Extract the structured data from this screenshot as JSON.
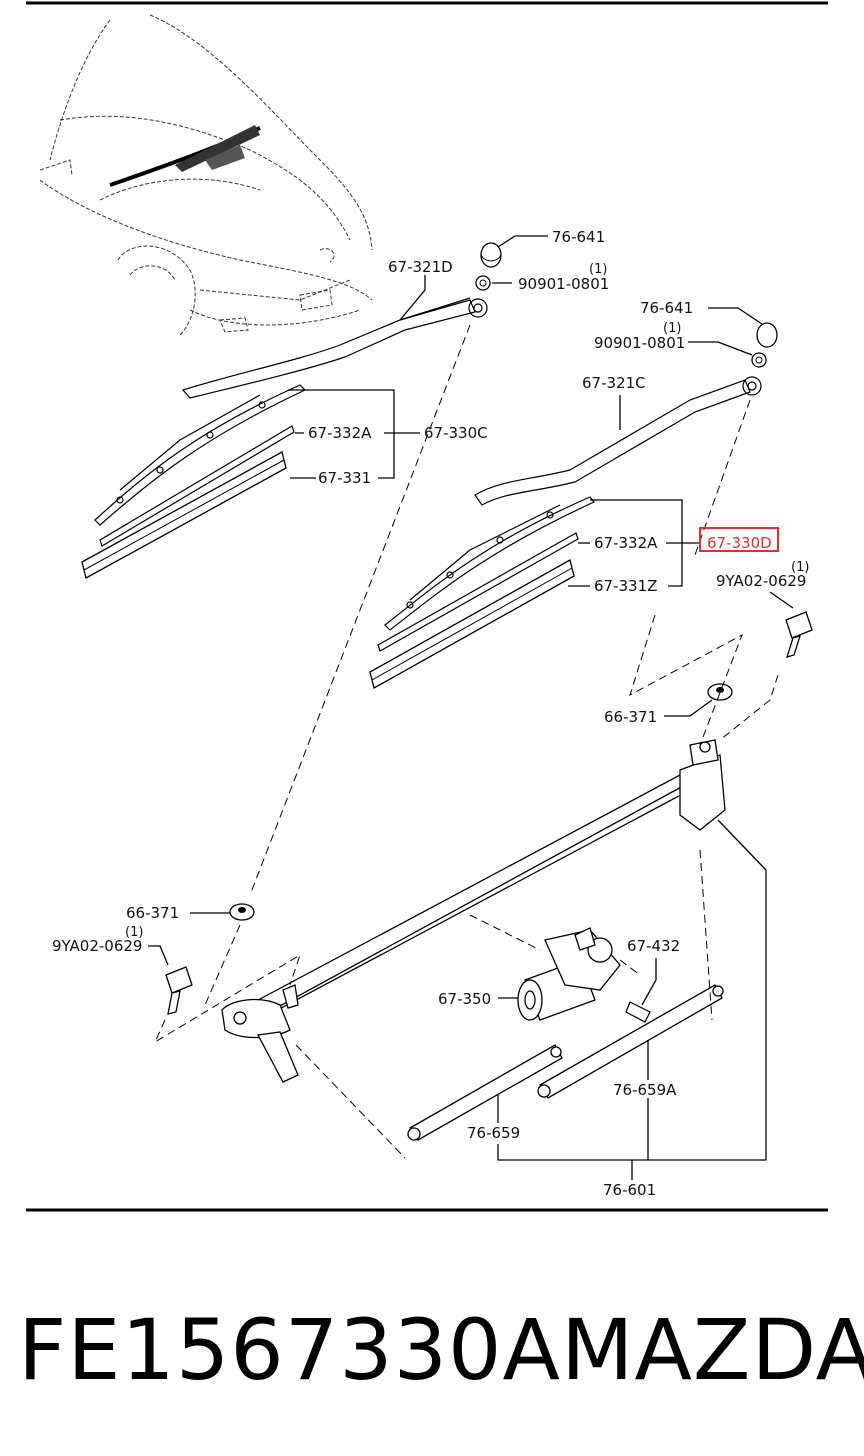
{
  "colors": {
    "highlight": "#e0312f",
    "ink": "#111111"
  },
  "callouts": {
    "cap_left": "76-641",
    "nut_left": "90901-0801",
    "nut_left_qty": "(1)",
    "arm_left": "67-321D",
    "refill_left": "67-332A",
    "blade_left": "67-330C",
    "rubber_left": "67-331",
    "cap_right": "76-641",
    "nut_right": "90901-0801",
    "nut_right_qty": "(1)",
    "arm_right": "67-321C",
    "refill_right": "67-332A",
    "blade_right": "67-330D",
    "rubber_right": "67-331Z",
    "bolt_right": "9YA02-0629",
    "bolt_right_qty": "(1)",
    "cap_seal_right": "66-371",
    "cap_seal_left": "66-371",
    "bolt_left": "9YA02-0629",
    "bolt_left_qty": "(1)",
    "bolt_motor": "67-432",
    "motor": "67-350",
    "link_a": "76-659A",
    "link": "76-659",
    "linkage_assy": "76-601"
  },
  "caption": {
    "part_number": "FE1567330A",
    "brand": "MAZDA"
  }
}
